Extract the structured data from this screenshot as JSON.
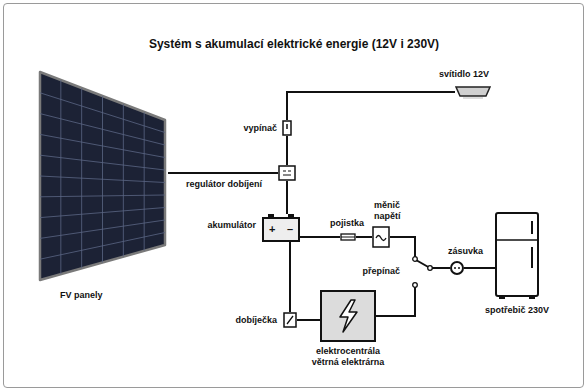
{
  "diagram": {
    "title": "Systém s akumulací elektrické energie (12V i 230V)",
    "nodes": [
      {
        "text": [
          "FV panely"
        ]
      },
      {
        "text": [
          "svítidlo 12V"
        ]
      },
      {
        "text": [
          "vypínač"
        ]
      },
      {
        "text": [
          "regulátor dobíjení"
        ]
      },
      {
        "text": [
          "akumulátor",
          "+",
          "–"
        ]
      },
      {
        "text": [
          "pojistka"
        ]
      },
      {
        "text": [
          "měnič napětí"
        ]
      },
      {
        "text": [
          "přepínač"
        ]
      },
      {
        "text": [
          "zásuvka"
        ]
      },
      {
        "text": [
          "spotřebič 230V"
        ]
      },
      {
        "text": [
          "dobíječka"
        ]
      },
      {
        "text": [
          "elektrocentrála",
          "větrná elektrárna"
        ]
      }
    ],
    "edges": [
      {
        "from": 0,
        "to": 3,
        "arrow": "none"
      },
      {
        "from": 3,
        "to": 2,
        "arrow": "none"
      },
      {
        "from": 2,
        "to": 1,
        "arrow": "none"
      },
      {
        "from": 3,
        "to": 4,
        "arrow": "none"
      },
      {
        "from": 4,
        "to": 5,
        "arrow": "none"
      },
      {
        "from": 5,
        "to": 6,
        "arrow": "none"
      },
      {
        "from": 6,
        "to": 7,
        "arrow": "none"
      },
      {
        "from": 7,
        "to": 8,
        "arrow": "none"
      },
      {
        "from": 8,
        "to": 9,
        "arrow": "none"
      },
      {
        "from": 4,
        "to": 10,
        "arrow": "none"
      },
      {
        "from": 10,
        "to": 11,
        "arrow": "none"
      },
      {
        "from": 11,
        "to": 7,
        "arrow": "none"
      }
    ]
  }
}
